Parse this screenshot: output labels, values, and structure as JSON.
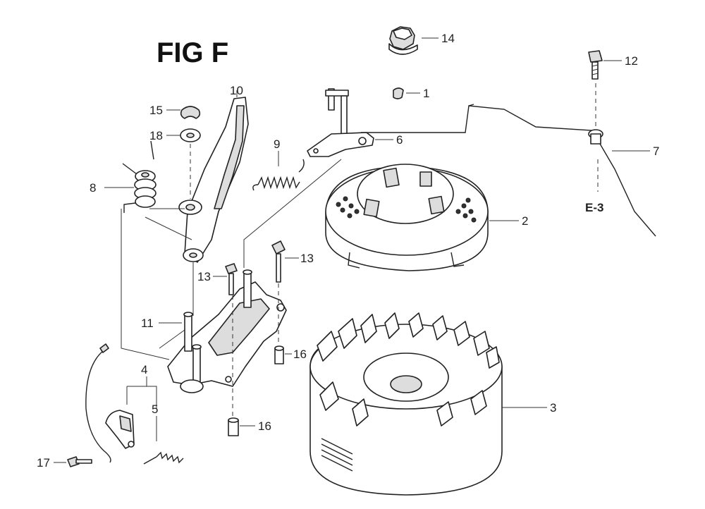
{
  "figure": {
    "title": "FIG F"
  },
  "callouts": {
    "c1": "1",
    "c2": "2",
    "c3": "3",
    "c4": "4",
    "c5": "5",
    "c6": "6",
    "c7": "7",
    "c8": "8",
    "c9": "9",
    "c10": "10",
    "c11": "11",
    "c12": "12",
    "c13a": "13",
    "c13b": "13",
    "c14": "14",
    "c15": "15",
    "c16a": "16",
    "c16b": "16",
    "c17": "17",
    "c18": "18"
  },
  "reference": {
    "label": "E-3"
  }
}
